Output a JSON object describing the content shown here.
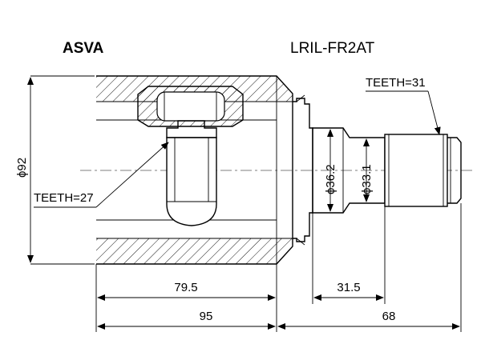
{
  "header": {
    "brand": "ASVA",
    "part_number": "LRIL-FR2AT"
  },
  "callouts": {
    "teeth_outer": "TEETH=31",
    "teeth_inner": "TEETH=27"
  },
  "diameters": {
    "outer": "92",
    "shaft_a": "36.2",
    "shaft_b": "33.1"
  },
  "lengths": {
    "housing_inner": "79.5",
    "collar": "31.5",
    "housing_total": "95",
    "shaft_total": "68"
  }
}
